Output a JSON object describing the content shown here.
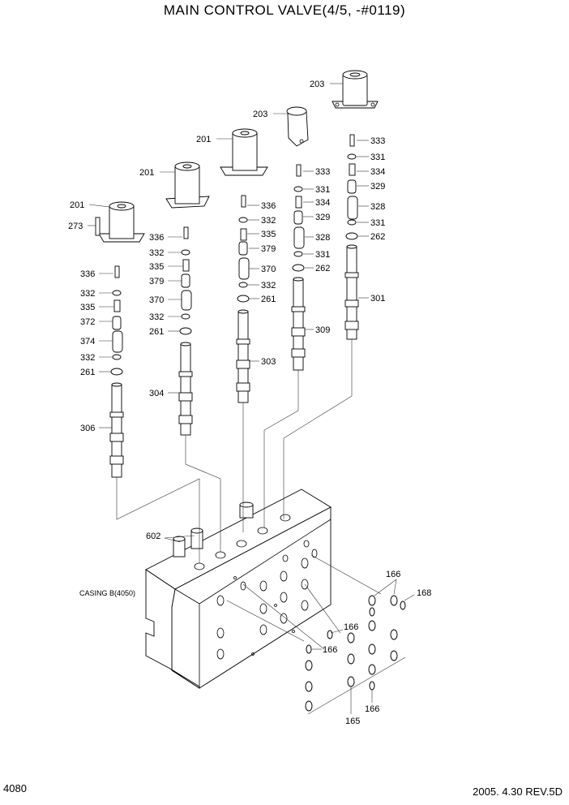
{
  "title": "MAIN CONTROL VALVE(4/5, -#0119)",
  "page_number": "4080",
  "date_revision": "2005. 4.30  REV.5D",
  "casing_label": "CASING B(4050)",
  "labels": {
    "l203a": "203",
    "l203b": "203",
    "l201a": "201",
    "l201b": "201",
    "l201c": "201",
    "l273": "273",
    "l333a": "333",
    "l331a": "331",
    "l334a": "334",
    "l329a": "329",
    "l328a": "328",
    "l331b": "331",
    "l262a": "262",
    "l301": "301",
    "l333b": "333",
    "l331c": "331",
    "l334b": "334",
    "l329b": "329",
    "l328b": "328",
    "l331d": "331",
    "l262b": "262",
    "l309": "309",
    "l336a": "336",
    "l332a": "332",
    "l335a": "335",
    "l379a": "379",
    "l370a": "370",
    "l332b": "332",
    "l261a": "261",
    "l303": "303",
    "l336b": "336",
    "l332c": "332",
    "l335b": "335",
    "l379b": "379",
    "l370b": "370",
    "l332d": "332",
    "l261b": "261",
    "l304": "304",
    "l336c": "336",
    "l332e": "332",
    "l335c": "335",
    "l372": "372",
    "l374": "374",
    "l332f": "332",
    "l261c": "261",
    "l306": "306",
    "l602": "602",
    "l166a": "166",
    "l166b": "166",
    "l166c": "166",
    "l166d": "166",
    "l168": "168",
    "l165": "165"
  }
}
